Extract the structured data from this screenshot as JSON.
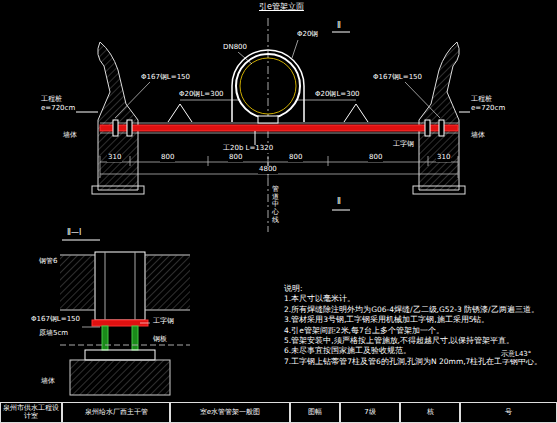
{
  "diagram": {
    "title": "引e管架立面",
    "nodes": [
      {
        "text": [
          "泉州市供水工程设计室"
        ]
      },
      {
        "text": [
          "泉州给水厂西主干管"
        ]
      },
      {
        "text": [
          "室e水管管架一般图"
        ]
      },
      {
        "text": [
          "图幅"
        ]
      },
      {
        "text": [
          "7级"
        ]
      },
      {
        "text": [
          "核"
        ]
      },
      {
        "text": [
          "号"
        ]
      }
    ],
    "edges": [],
    "labels": [
      "Ⅱ",
      "Ⅱ",
      "DN800",
      "Φ20钢",
      "Φ20钢L=300",
      "Φ20钢L=300",
      "Φ167钢L=150",
      "Φ167钢L=150",
      "工程桩",
      "e=720cm",
      "工程桩",
      "e=720cm",
      "墙体",
      "墙体",
      "工20b L=1320",
      "工字钢",
      "310",
      "800",
      "800",
      "800",
      "800",
      "310",
      "4800",
      "管道中心线",
      "Ⅱ—Ⅰ",
      "钢管6",
      "Φ167钢L=150",
      "原墙5cm",
      "工字钢",
      "钢板",
      "墙体",
      "说明:",
      "1.本尺寸以毫米计。",
      "2.所有焊缝除注明外均为G06-4焊缝/乙二级,G52-3 防锈漆/乙两遍三道。",
      "3.管材采用3号钢,工字钢采用机械加工字钢,施工采用5钻。",
      "4.引e管架间距2米,每7台上多个管架加一个。",
      "5.管架安装中,须严格按上管施放,不得超越尺寸,以保持管架平直。",
      "6.未尽事宜按国家施工及验收规范。",
      "7.工字钢上钻蒂管7柱及管6的孔洞,孔洞为N 20mm,7柱孔在工字钢中心。",
      "示意L43°"
    ]
  }
}
